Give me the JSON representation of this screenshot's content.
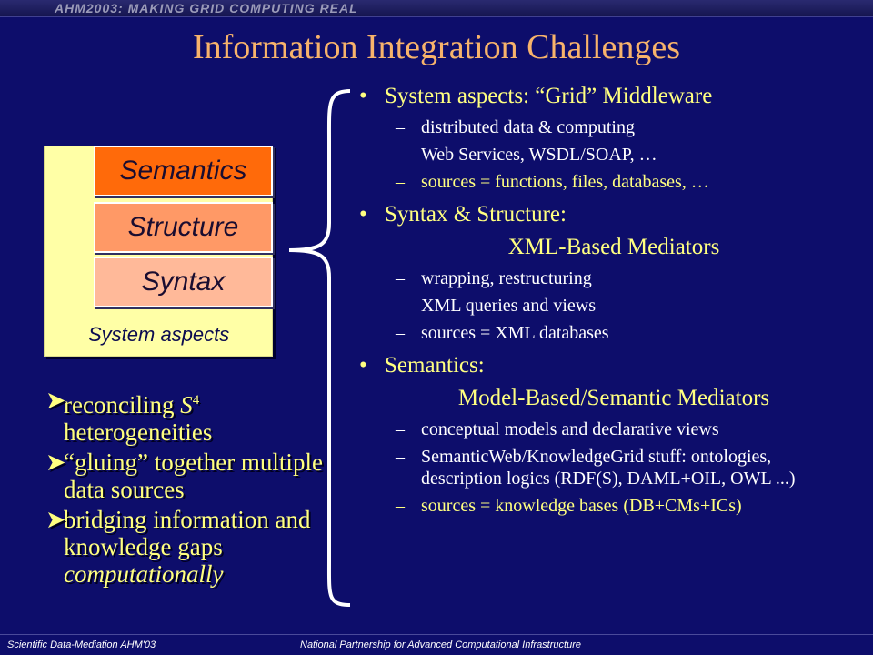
{
  "header": {
    "banner": "AHM2003: MAKING GRID COMPUTING REAL"
  },
  "title": "Information Integration Challenges",
  "layers": {
    "system": "System aspects",
    "semantics": "Semantics",
    "structure": "Structure",
    "syntax": "Syntax"
  },
  "left_bullets": [
    {
      "text": "reconciling ",
      "italic": "S",
      "sup": "4",
      "rest": " heterogeneities"
    },
    {
      "text": "“gluing” together multiple data sources"
    },
    {
      "text": "bridging information and knowledge gaps ",
      "italic_tail": "computationally"
    }
  ],
  "right": {
    "b1": "System aspects: “Grid” Middleware",
    "b1_subs": [
      "distributed data & computing",
      "Web Services, WSDL/SOAP, …",
      "sources = functions, files, databases, …"
    ],
    "b2": "Syntax & Structure:",
    "b2_center": "XML-Based Mediators",
    "b2_subs": [
      "wrapping, restructuring",
      "XML queries and views",
      "sources = XML databases"
    ],
    "b3": "Semantics:",
    "b3_center": "Model-Based/Semantic Mediators",
    "b3_subs": [
      "conceptual models and declarative views",
      "SemanticWeb/KnowledgeGrid stuff: ontologies, description logics (RDF(S), DAML+OIL, OWL ...)",
      "sources = knowledge bases (DB+CMs+ICs)"
    ]
  },
  "footer": {
    "left": "Scientific Data-Mediation AHM'03",
    "right": "National Partnership for Advanced Computational Infrastructure"
  }
}
